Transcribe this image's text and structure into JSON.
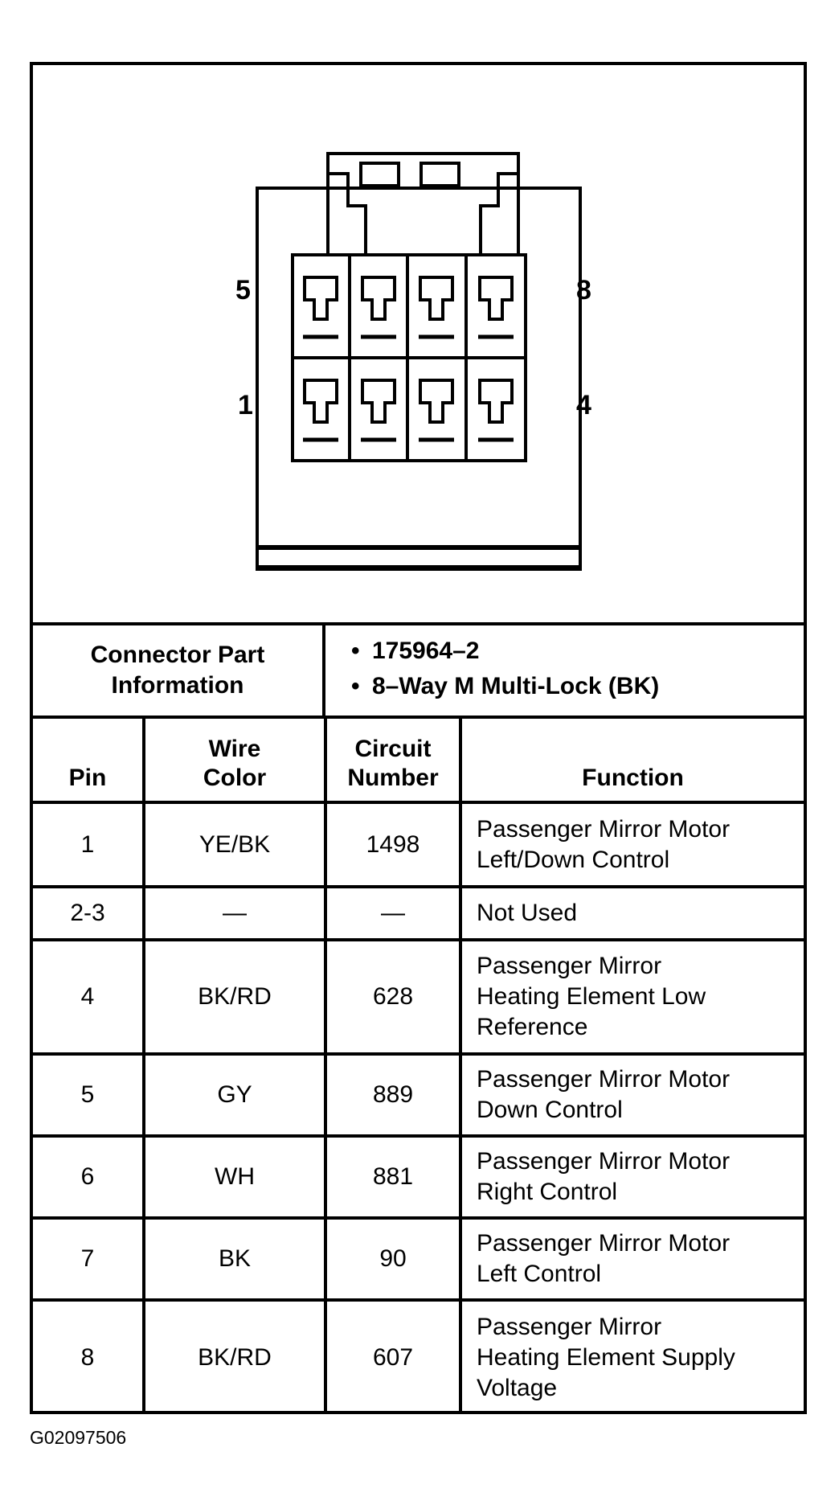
{
  "connector": {
    "pin_labels": {
      "top_left": "5",
      "top_right": "8",
      "bottom_left": "1",
      "bottom_right": "4"
    }
  },
  "part_info": {
    "label": "Connector Part\nInformation",
    "values": [
      "175964–2",
      "8–Way M Multi-Lock (BK)"
    ]
  },
  "table": {
    "headers": {
      "pin": "Pin",
      "wire_color": "Wire\nColor",
      "circuit_number": "Circuit\nNumber",
      "function": "Function"
    },
    "rows": [
      {
        "pin": "1",
        "wire_color": "YE/BK",
        "circuit_number": "1498",
        "function": "Passenger Mirror Motor\nLeft/Down Control"
      },
      {
        "pin": "2-3",
        "wire_color": "—",
        "circuit_number": "—",
        "function": "Not Used"
      },
      {
        "pin": "4",
        "wire_color": "BK/RD",
        "circuit_number": "628",
        "function": "Passenger Mirror\nHeating Element Low\nReference"
      },
      {
        "pin": "5",
        "wire_color": "GY",
        "circuit_number": "889",
        "function": "Passenger Mirror Motor\nDown Control"
      },
      {
        "pin": "6",
        "wire_color": "WH",
        "circuit_number": "881",
        "function": "Passenger Mirror Motor\nRight Control"
      },
      {
        "pin": "7",
        "wire_color": "BK",
        "circuit_number": "90",
        "function": "Passenger Mirror Motor\nLeft Control"
      },
      {
        "pin": "8",
        "wire_color": "BK/RD",
        "circuit_number": "607",
        "function": "Passenger Mirror\nHeating Element Supply\nVoltage"
      }
    ]
  },
  "figure_id": "G02097506"
}
